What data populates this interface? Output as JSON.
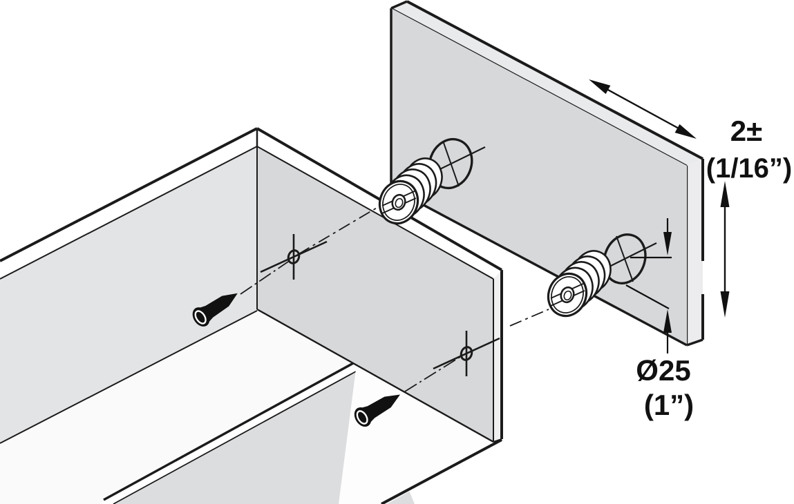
{
  "figure": {
    "kind": "exploded-installation-diagram",
    "labels": {
      "spacing_tolerance": "2±",
      "spacing_tolerance_unit": "(1/16”)",
      "hole_diameter": "Ø25",
      "hole_diameter_unit": "(1”)"
    },
    "colors": {
      "line": "#1b1b1b",
      "face_gray": "#d7d8da",
      "inner_gray": "#e3e4e6",
      "front_gray": "#dcdddf",
      "strip_gray": "#e9eaeb",
      "background": "#ffffff"
    },
    "parts": [
      "cabinet box",
      "mounting screws",
      "pilot hole cross marks",
      "connector dowels",
      "side panel with bore holes"
    ]
  }
}
